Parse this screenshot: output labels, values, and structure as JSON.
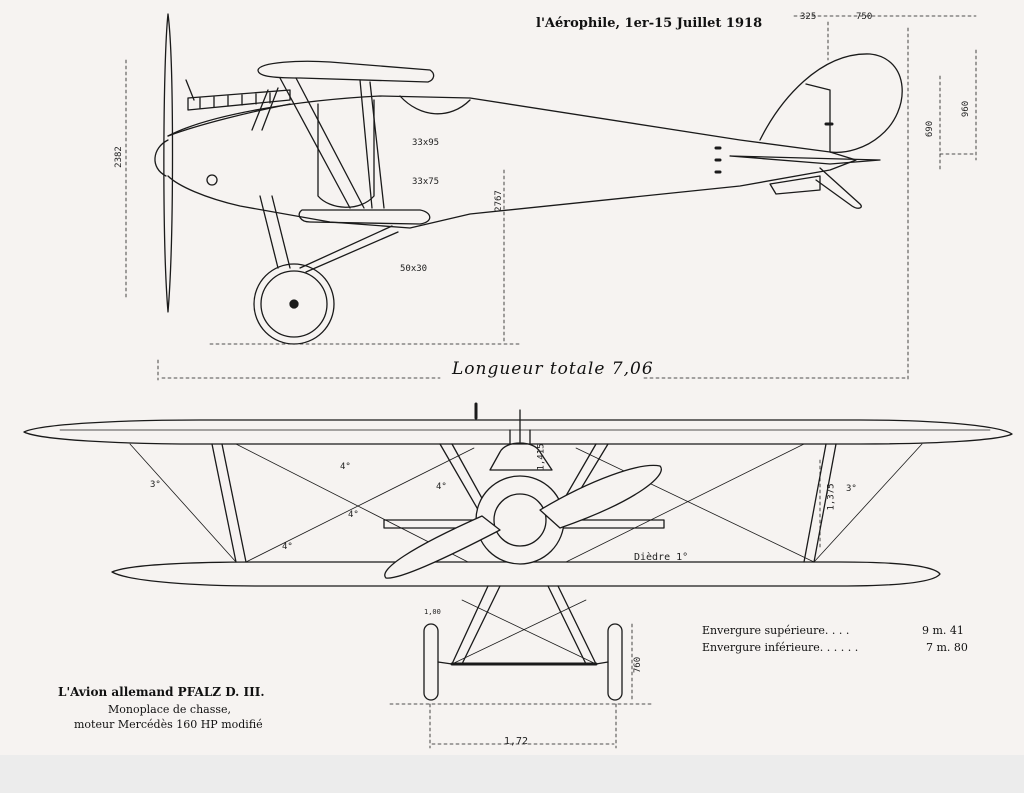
{
  "header": {
    "journal": "l'Aérophile, 1er-15 Juillet 1918"
  },
  "side_view": {
    "total_length_label": "Longueur totale 7,06",
    "dims": {
      "d325": "325",
      "d750": "750",
      "d960": "960",
      "d690": "690",
      "d2382": "2382",
      "d2767": "2767",
      "strut1": "33x95",
      "strut2": "33x75",
      "axle": "50x30"
    }
  },
  "front_view": {
    "dims": {
      "d1415": "1,415",
      "d1375": "1,375",
      "angle4a": "4°",
      "angle4b": "4°",
      "angle4c": "4°",
      "angle4d": "4°",
      "angle3a": "3°",
      "angle3b": "3°",
      "dihedral": "Dièdre 1°",
      "d760": "760",
      "track": "1,72",
      "small": "1,00"
    }
  },
  "caption": {
    "title": "L'Avion allemand PFALZ D. III.",
    "line1": "Monoplace de chasse,",
    "line2": "moteur Mercédès 160 HP modifié"
  },
  "specs": [
    {
      "label": "Envergure supérieure. . . .",
      "value": "9 m. 41"
    },
    {
      "label": "Envergure inférieure. . . . . .",
      "value": "7 m. 80"
    }
  ]
}
